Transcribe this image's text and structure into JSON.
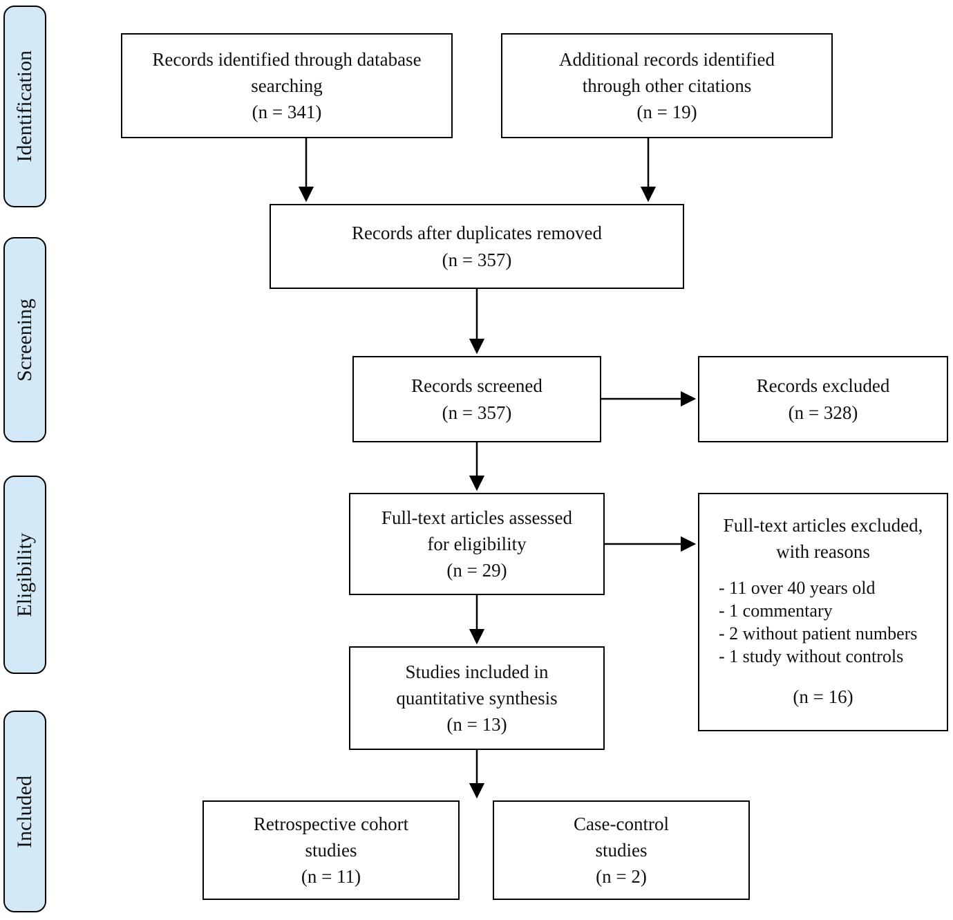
{
  "colors": {
    "stage_fill": "#d4e9f7",
    "box_fill": "#ffffff",
    "border": "#000000",
    "background": "#ffffff"
  },
  "stages": [
    {
      "label": "Identification"
    },
    {
      "label": "Screening"
    },
    {
      "label": "Eligibility"
    },
    {
      "label": "Included"
    }
  ],
  "boxes": {
    "records_identified": {
      "lines": [
        "Records identified through database",
        "searching",
        "(n = 341)"
      ]
    },
    "additional_records": {
      "lines": [
        "Additional records identified",
        "through other citations",
        "(n = 19)"
      ]
    },
    "after_duplicates": {
      "lines": [
        "Records after duplicates removed",
        "(n = 357)"
      ]
    },
    "records_screened": {
      "lines": [
        "Records screened",
        "(n = 357)"
      ]
    },
    "records_excluded": {
      "lines": [
        "Records excluded",
        "(n = 328)"
      ]
    },
    "fulltext_assessed": {
      "lines": [
        "Full-text articles assessed",
        "for eligibility",
        "(n = 29)"
      ]
    },
    "fulltext_excluded": {
      "heading_lines": [
        "Full-text articles excluded,",
        "with reasons"
      ],
      "reasons": [
        "- 11 over 40 years old",
        "- 1 commentary",
        "- 2 without patient numbers",
        "- 1 study without controls"
      ],
      "count": "(n = 16)"
    },
    "quantitative_synthesis": {
      "lines": [
        "Studies included in",
        "quantitative synthesis",
        "(n = 13)"
      ]
    },
    "retrospective_cohort": {
      "lines": [
        "Retrospective cohort",
        "studies",
        "(n = 11)"
      ]
    },
    "case_control": {
      "lines": [
        "Case-control",
        "studies",
        "(n = 2)"
      ]
    }
  }
}
